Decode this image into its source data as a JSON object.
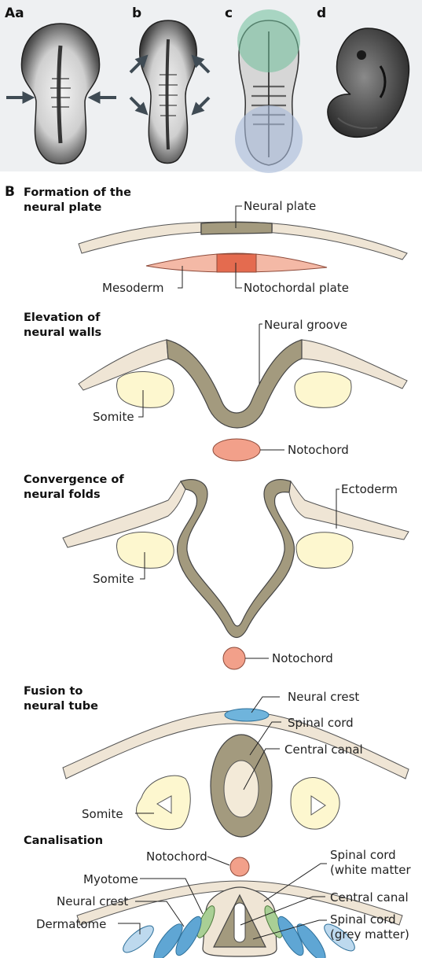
{
  "panel_a": {
    "letter_a": "A",
    "letter_a_sub": "a",
    "letter_b": "b",
    "letter_c": "c",
    "letter_d": "d"
  },
  "panel_b": {
    "letter": "B",
    "stage1": {
      "title_line1": "Formation of the",
      "title_line2": "neural plate",
      "labels": {
        "neural_plate": "Neural plate",
        "mesoderm": "Mesoderm",
        "notochordal_plate": "Notochordal plate"
      }
    },
    "stage2": {
      "title_line1": "Elevation of",
      "title_line2": "neural walls",
      "labels": {
        "neural_groove": "Neural groove",
        "somite": "Somite",
        "notochord": "Notochord"
      }
    },
    "stage3": {
      "title_line1": "Convergence of",
      "title_line2": "neural folds",
      "labels": {
        "ectoderm": "Ectoderm",
        "somite": "Somite",
        "notochord": "Notochord"
      }
    },
    "stage4": {
      "title_line1": "Fusion to",
      "title_line2": "neural tube",
      "labels": {
        "neural_crest": "Neural crest",
        "spinal_cord": "Spinal cord",
        "central_canal": "Central canal",
        "somite": "Somite"
      }
    },
    "stage5": {
      "title_line1": "Canalisation",
      "labels": {
        "notochord": "Notochord",
        "myotome": "Myotome",
        "neural_crest": "Neural crest",
        "dermatome": "Dermatome",
        "spinal_cord_white_1": "Spinal cord",
        "spinal_cord_white_2": "(white matter",
        "central_canal": "Central canal",
        "spinal_cord_grey_1": "Spinal cord",
        "spinal_cord_grey_2": "(grey matter)"
      }
    }
  },
  "colors": {
    "ectoderm": "#efe5d5",
    "neural_tissue": "#a39a7e",
    "somite": "#fdf7cf",
    "notochord": "#f2a08a",
    "neural_crest": "#6fb4dc",
    "myotome": "#a9cf95",
    "arrow": "#3f4b54"
  }
}
